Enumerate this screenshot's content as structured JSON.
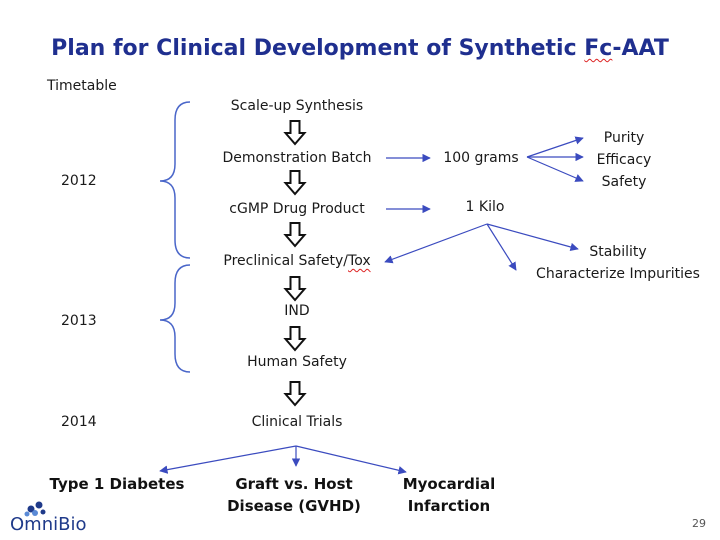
{
  "title": {
    "pre": "Plan for Clinical Development of Synthetic ",
    "sq": "Fc",
    "post": "-AAT"
  },
  "timetable_label": "Timetable",
  "years": [
    "2012",
    "2013",
    "2014"
  ],
  "steps": {
    "s1": "Scale-up Synthesis",
    "s2": "Demonstration Batch",
    "s3": "cGMP Drug Product",
    "s4_pre": "Preclinical Safety/",
    "s4_sq": "Tox",
    "s5": "IND",
    "s6": "Human Safety",
    "s7": "Clinical Trials"
  },
  "batch_qty": "100 grams",
  "batch_tests": [
    "Purity",
    "Efficacy",
    "Safety"
  ],
  "product_qty": "1 Kilo",
  "product_tests": [
    "Stability",
    "Characterize Impurities"
  ],
  "outcomes": {
    "o1": "Type 1 Diabetes",
    "o2_l1": "Graft vs. Host",
    "o2_l2": "Disease (GVHD)",
    "o3_l1": "Myocardial",
    "o3_l2": "Infarction"
  },
  "logo_text": "OmniBio",
  "page_number": "29",
  "colors": {
    "title": "#1f2f8f",
    "arrow": "#3b4bbf",
    "brace": "#4a66c9"
  }
}
